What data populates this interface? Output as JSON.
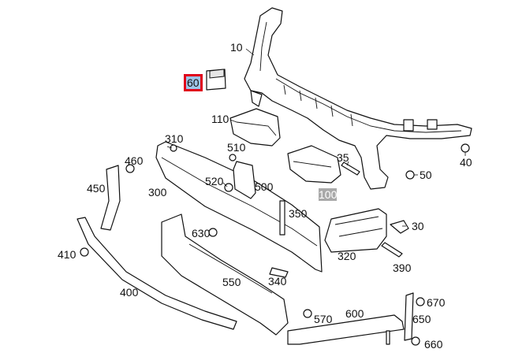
{
  "diagram": {
    "selected_label_color": "#e0001b",
    "highlight_color": "#a9a9a9",
    "callouts": {
      "c10": "10",
      "c60": "60",
      "c110": "110",
      "c310": "310",
      "c510": "510",
      "c35": "35",
      "c40": "40",
      "c50": "50",
      "c460": "460",
      "c450": "450",
      "c300": "300",
      "c520": "520",
      "c500": "500",
      "c100": "100",
      "c350": "350",
      "c630": "630",
      "c30": "30",
      "c410": "410",
      "c320": "320",
      "c390": "390",
      "c550": "550",
      "c340": "340",
      "c400": "400",
      "c670": "670",
      "c600": "600",
      "c570": "570",
      "c650": "650",
      "c660": "660"
    }
  }
}
